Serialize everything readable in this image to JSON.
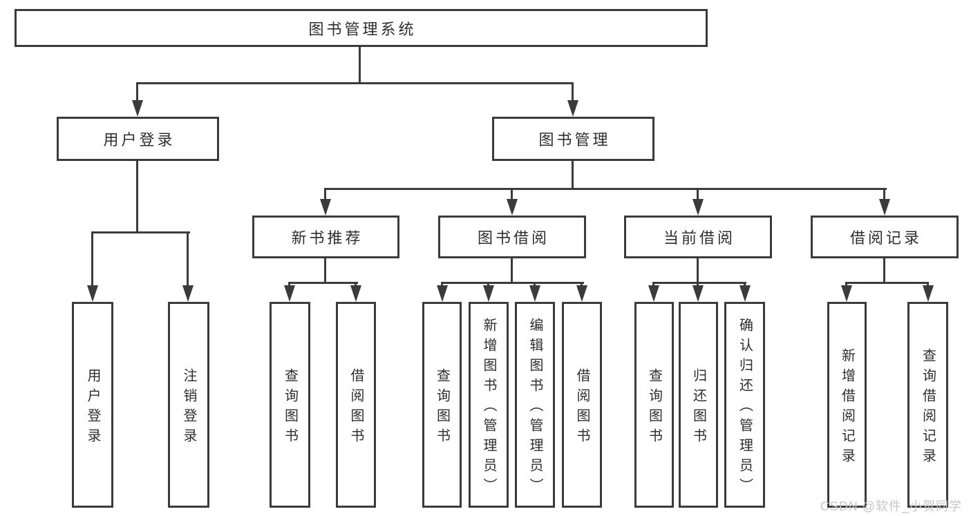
{
  "diagram": {
    "root": "图书管理系统",
    "level2": [
      "用户登录",
      "图书管理"
    ],
    "level3": [
      "新书推荐",
      "图书借阅",
      "当前借阅",
      "借阅记录"
    ],
    "leaves": [
      "用户登录",
      "注销登录",
      "查询图书",
      "借阅图书",
      "查询图书",
      "新增图书（管理员）",
      "编辑图书（管理员）",
      "借阅图书",
      "查询图书",
      "归还图书",
      "确认归还（管理员）",
      "新增借阅记录",
      "查询借阅记录"
    ]
  },
  "watermark": "CSDN @软件_小贺同学",
  "colors": {
    "line": "#3b3b3b",
    "box_border": "#3b3b3b",
    "text": "#2e2e2e",
    "watermark": "#c8c6c6",
    "background": "#ffffff"
  }
}
